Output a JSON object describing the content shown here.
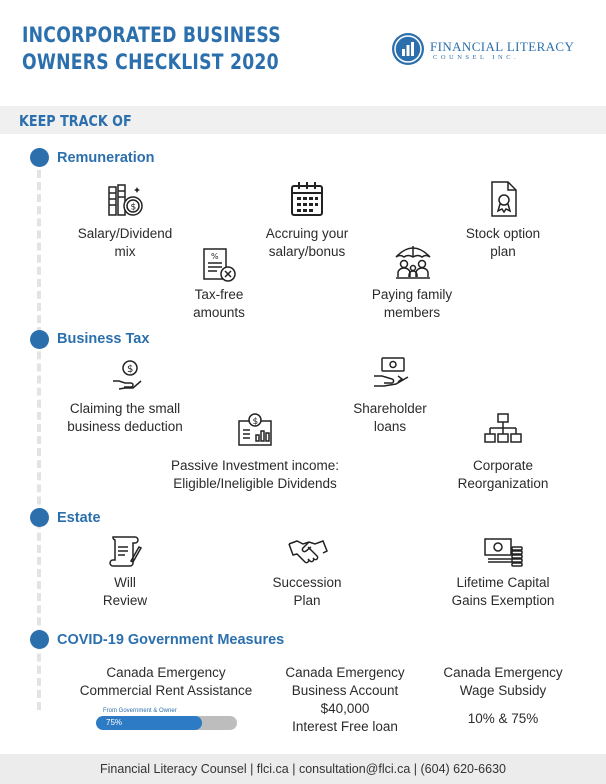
{
  "header": {
    "title_line1": "INCORPORATED BUSINESS",
    "title_line2": "OWNERS CHECKLIST 2020",
    "logo_name": "FINANCIAL LITERACY",
    "logo_sub": "COUNSEL INC."
  },
  "keep_track_label": "KEEP TRACK OF",
  "sections": {
    "remuneration": {
      "title": "Remuneration",
      "items": {
        "salary_dividend": {
          "line1": "Salary/Dividend",
          "line2": "mix",
          "icon": "coins-icon"
        },
        "accruing": {
          "line1": "Accruing your",
          "line2": "salary/bonus",
          "icon": "calendar-icon"
        },
        "stock_option": {
          "line1": "Stock option",
          "line2": "plan",
          "icon": "certificate-icon"
        },
        "tax_free": {
          "line1": "Tax-free",
          "line2": "amounts",
          "icon": "tax-form-icon"
        },
        "family": {
          "line1": "Paying family",
          "line2": "members",
          "icon": "family-umbrella-icon"
        }
      }
    },
    "business_tax": {
      "title": "Business Tax",
      "items": {
        "small_business": {
          "line1": "Claiming the small",
          "line2": "business deduction",
          "icon": "hand-coin-icon"
        },
        "shareholder": {
          "line1": "Shareholder",
          "line2": "loans",
          "icon": "hand-money-icon"
        },
        "passive": {
          "line1": "Passive Investment income:",
          "line2": "Eligible/Ineligible Dividends",
          "icon": "investment-report-icon"
        },
        "corporate": {
          "line1": "Corporate",
          "line2": "Reorganization",
          "icon": "org-chart-icon"
        }
      }
    },
    "estate": {
      "title": "Estate",
      "items": {
        "will": {
          "line1": "Will",
          "line2": "Review",
          "icon": "scroll-icon"
        },
        "succession": {
          "line1": "Succession",
          "line2": "Plan",
          "icon": "handshake-icon"
        },
        "lifetime": {
          "line1": "Lifetime Capital",
          "line2": "Gains Exemption",
          "icon": "money-stack-icon"
        }
      }
    },
    "covid": {
      "title": "COVID-19 Government Measures",
      "items": {
        "rent": {
          "line1": "Canada Emergency",
          "line2": "Commercial Rent Assistance"
        },
        "account": {
          "line1": "Canada Emergency",
          "line2": "Business Account",
          "line3": "$40,000",
          "line4": "Interest Free loan"
        },
        "wage": {
          "line1": "Canada Emergency",
          "line2": "Wage Subsidy",
          "line3": "10% & 75%"
        }
      },
      "progress": {
        "caption": "From Government & Owner",
        "label": "75%",
        "fraction": 0.75
      }
    }
  },
  "footer": "Financial Literacy Counsel | flci.ca | consultation@flci.ca | (604) 620-6630",
  "colors": {
    "accent": "#2c6fad",
    "bar": "#2c7bc4",
    "bar_track": "#bdbdbd"
  }
}
